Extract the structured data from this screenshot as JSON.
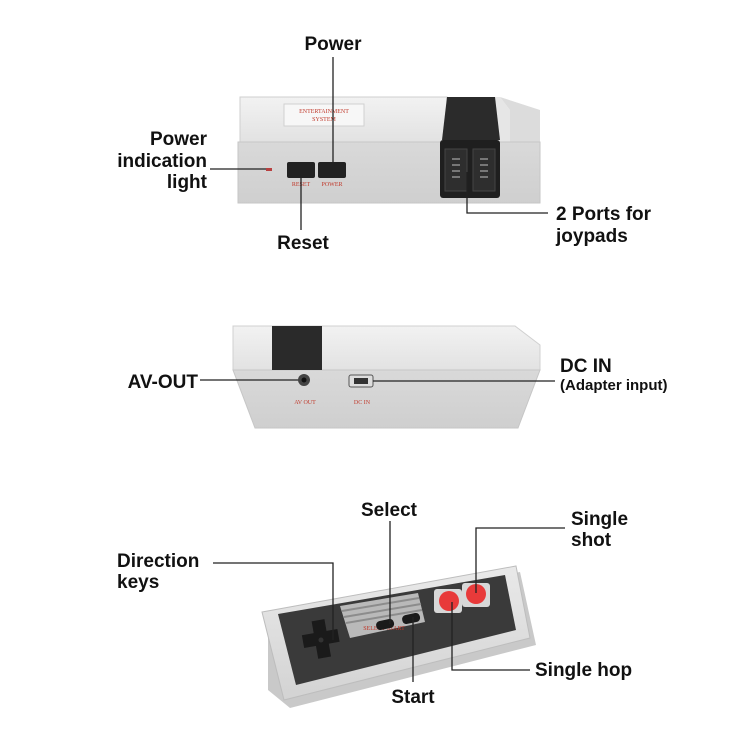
{
  "console_front": {
    "label_plate_line1": "ENTERTAINMENT",
    "label_plate_line2": "SYSTEM",
    "reset_text": "RESET",
    "power_text": "POWER"
  },
  "console_back": {
    "av_text": "AV OUT",
    "dc_text": "DC IN"
  },
  "callouts": {
    "power": "Power",
    "power_light_1": "Power",
    "power_light_2": "indication",
    "power_light_3": "light",
    "reset": "Reset",
    "ports_1": "2 Ports for",
    "ports_2": "joypads",
    "av_out": "AV-OUT",
    "dc_in": "DC IN",
    "dc_in_sub": "(Adapter input)",
    "select": "Select",
    "single_shot_1": "Single",
    "single_shot_2": "shot",
    "direction_1": "Direction",
    "direction_2": "keys",
    "single_hop": "Single hop",
    "start": "Start"
  },
  "colors": {
    "body_light": "#ececec",
    "body_shade": "#d8d8d8",
    "panel_red_text": "#c0392b",
    "dark": "#262626",
    "button_red": "#e83a3a"
  }
}
